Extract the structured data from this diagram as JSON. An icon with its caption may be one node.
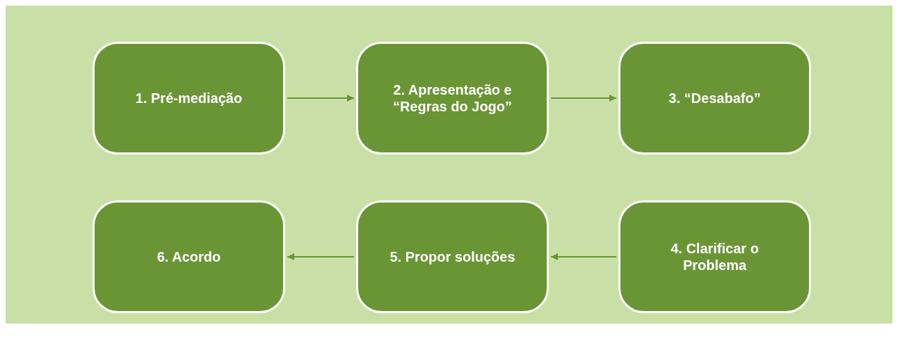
{
  "diagram": {
    "nodes": [
      {
        "text": [
          "1. Pré-mediação"
        ]
      },
      {
        "text": [
          "2. Apresentação e “Regras do Jogo”"
        ]
      },
      {
        "text": [
          "3. “Desabafo”"
        ]
      },
      {
        "text": [
          "4. Clarificar o Problema"
        ]
      },
      {
        "text": [
          "5. Propor soluções"
        ]
      },
      {
        "text": [
          "6. Acordo"
        ]
      }
    ],
    "edges": [
      {
        "from": 0,
        "to": 1,
        "arrow": "to"
      },
      {
        "from": 1,
        "to": 2,
        "arrow": "to"
      },
      {
        "from": 3,
        "to": 4,
        "arrow": "to"
      },
      {
        "from": 4,
        "to": 5,
        "arrow": "to"
      }
    ]
  }
}
